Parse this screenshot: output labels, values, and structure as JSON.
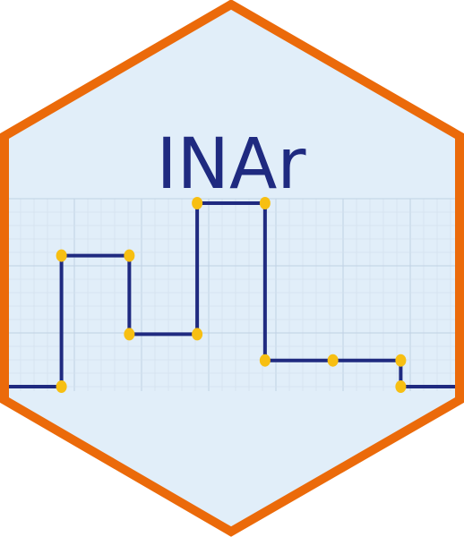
{
  "logo": {
    "title": "INAr",
    "colors": {
      "border": "#EB6A0A",
      "fill": "#E1EEF9",
      "grid_minor": "#D3E0EE",
      "grid_major": "#BFD1E4",
      "path": "#1F2A80",
      "title": "#1F2A80",
      "points": "#F7BF12"
    }
  },
  "chart_data": {
    "type": "line",
    "step": true,
    "grid": true,
    "points": [
      {
        "x": 1,
        "y": 0
      },
      {
        "x": 1,
        "y": 5
      },
      {
        "x": 2,
        "y": 5
      },
      {
        "x": 2,
        "y": 2
      },
      {
        "x": 3,
        "y": 2
      },
      {
        "x": 3,
        "y": 7
      },
      {
        "x": 4,
        "y": 7
      },
      {
        "x": 4,
        "y": 1
      },
      {
        "x": 5,
        "y": 1
      },
      {
        "x": 6,
        "y": 1
      },
      {
        "x": 6,
        "y": 0
      }
    ],
    "xlim": [
      0.2,
      6.8
    ],
    "ylim": [
      0,
      7
    ]
  }
}
